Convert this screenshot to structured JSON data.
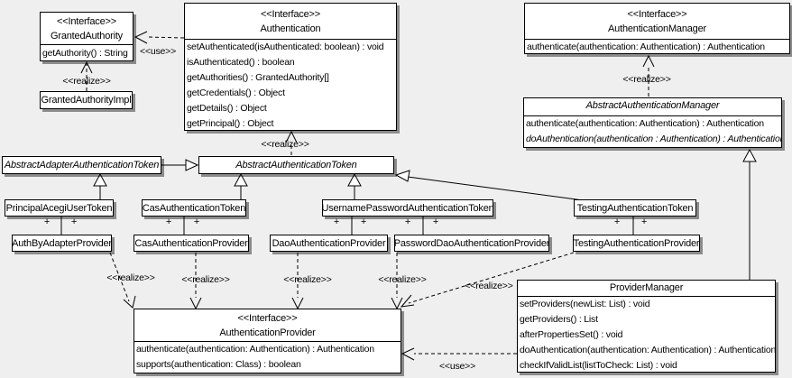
{
  "diagram": {
    "background_color": "#efefef",
    "box_fill": "#ffffff",
    "border_color": "#000000",
    "labels": {
      "realize": "<<realize>>",
      "use": "<<use>>",
      "plus": "+"
    },
    "classes": {
      "granted_authority": {
        "stereotype": "<<Interface>>",
        "name": "GrantedAuthority",
        "methods": [
          "getAuthority() : String"
        ]
      },
      "granted_authority_impl": {
        "name": "GrantedAuthorityImpl"
      },
      "authentication": {
        "stereotype": "<<Interface>>",
        "name": "Authentication",
        "methods": [
          "setAuthenticated(isAuthenticated: boolean) : void",
          "isAuthenticated() : boolean",
          "getAuthorities() : GrantedAuthority[]",
          "getCredentials() : Object",
          "getDetails() : Object",
          "getPrincipal() : Object"
        ]
      },
      "authentication_manager": {
        "stereotype": "<<Interface>>",
        "name": "AuthenticationManager",
        "methods": [
          "authenticate(authentication: Authentication) : Authentication"
        ]
      },
      "abstract_authentication_manager": {
        "name": "AbstractAuthenticationManager",
        "methods": [
          "authenticate(authentication: Authentication) : Authentication",
          "doAuthentication(authentication : Authentication) : Authentication"
        ]
      },
      "abstract_adapter_authentication_token": {
        "name": "AbstractAdapterAuthenticationToken"
      },
      "abstract_authentication_token": {
        "name": "AbstractAuthenticationToken"
      },
      "principal_acegi_user_token": {
        "name": "PrincipalAcegiUserToken"
      },
      "cas_authentication_token": {
        "name": "CasAuthenticationToken"
      },
      "username_password_authentication_token": {
        "name": "UsernamePasswordAuthenticationToken"
      },
      "testing_authentication_token": {
        "name": "TestingAuthenticationToken"
      },
      "auth_by_adapter_provider": {
        "name": "AuthByAdapterProvider"
      },
      "cas_authentication_provider": {
        "name": "CasAuthenticationProvider"
      },
      "dao_authentication_provider": {
        "name": "DaoAuthenticationProvider"
      },
      "password_dao_authentication_provider": {
        "name": "PasswordDaoAuthenticationProvider"
      },
      "testing_authentication_provider": {
        "name": "TestingAuthenticationProvider"
      },
      "authentication_provider": {
        "stereotype": "<<Interface>>",
        "name": "AuthenticationProvider",
        "methods": [
          "authenticate(authentication: Authentication) : Authentication",
          "supports(authentication: Class) : boolean"
        ]
      },
      "provider_manager": {
        "name": "ProviderManager",
        "methods": [
          "setProviders(newList: List) : void",
          "getProviders() : List",
          "afterPropertiesSet() : void",
          "doAuthentication(authentication: Authentication) : Authentication",
          "checkIfValidList(listToCheck: List) : void"
        ]
      }
    }
  }
}
